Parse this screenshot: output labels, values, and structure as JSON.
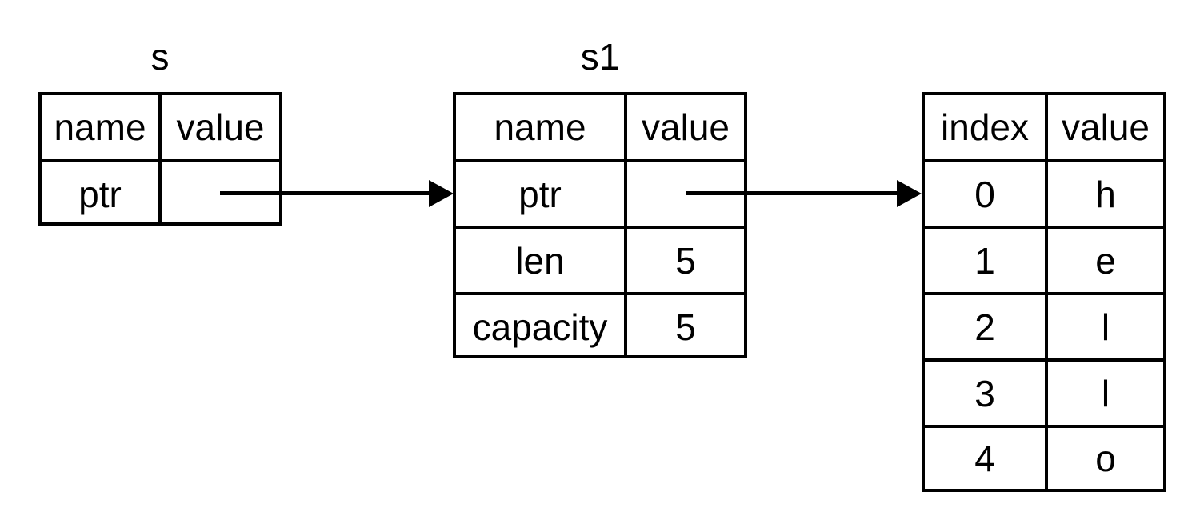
{
  "diagram": {
    "title_s": "s",
    "title_s1": "s1",
    "tables": [
      {
        "name": "s",
        "label": "s",
        "headers": [
          "name",
          "value"
        ],
        "rows": [
          {
            "name": "ptr",
            "value": ""
          }
        ]
      },
      {
        "name": "s1",
        "label": "s1",
        "headers": [
          "name",
          "value"
        ],
        "rows": [
          {
            "name": "ptr",
            "value": ""
          },
          {
            "name": "len",
            "value": "5"
          },
          {
            "name": "capacity",
            "value": "5"
          }
        ]
      },
      {
        "name": "buffer",
        "label": "",
        "headers": [
          "index",
          "value"
        ],
        "rows": [
          {
            "name": "0",
            "value": "h"
          },
          {
            "name": "1",
            "value": "e"
          },
          {
            "name": "2",
            "value": "l"
          },
          {
            "name": "3",
            "value": "l"
          },
          {
            "name": "4",
            "value": "o"
          }
        ]
      }
    ],
    "arrows": [
      {
        "name": "s-ptr-to-s1",
        "from": "s.ptr.value",
        "to": "s1"
      },
      {
        "name": "s1-ptr-to-buffer",
        "from": "s1.ptr.value",
        "to": "buffer"
      }
    ],
    "colors": {
      "stroke": "#000000",
      "background": "#ffffff",
      "text": "#000000"
    }
  }
}
